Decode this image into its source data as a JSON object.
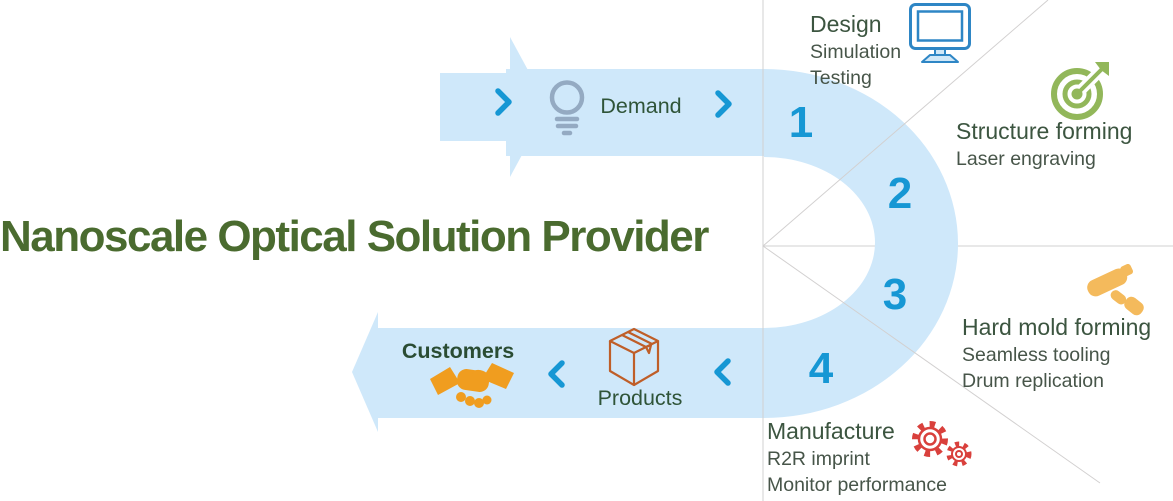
{
  "title": "Nanoscale Optical Solution Provider",
  "top_flow": {
    "demand_label": "Demand"
  },
  "bottom_flow": {
    "customers_label": "Customers",
    "products_label": "Products"
  },
  "steps": [
    {
      "number": "1",
      "heading": "Design",
      "details": [
        "Simulation",
        "Testing"
      ],
      "icon": "monitor-icon"
    },
    {
      "number": "2",
      "heading": "Structure forming",
      "details": [
        "Laser engraving"
      ],
      "icon": "target-icon"
    },
    {
      "number": "3",
      "heading": "Hard mold forming",
      "details": [
        "Seamless tooling",
        "Drum replication"
      ],
      "icon": "gavel-icon"
    },
    {
      "number": "4",
      "heading": "Manufacture",
      "details": [
        "R2R imprint",
        "Monitor performance"
      ],
      "icon": "gears-icon"
    }
  ],
  "icons": {
    "lightbulb-icon": "idea bulb outline",
    "monitor-icon": "computer display outline",
    "target-icon": "bullseye with dart",
    "gavel-icon": "mallet / hammer",
    "gears-icon": "two cog wheels outline",
    "handshake-icon": "handshake silhouette",
    "box-icon": "shipping box outline",
    "chevron-right-icon": "❯",
    "chevron-left-icon": "❮"
  },
  "colors": {
    "arrow_light_blue": "#cfe8fa",
    "accent_teal": "#1697d4",
    "title_green": "#4a6b2f",
    "label_green": "#3c5540",
    "monitor_blue": "#2e86c5",
    "target_green": "#92b75a",
    "gavel_orange": "#f4ba5c",
    "gear_red": "#d9403c",
    "handshake_orange": "#f09d1f",
    "box_brown": "#bf5e28",
    "divider_gray": "#d2d0d0"
  }
}
